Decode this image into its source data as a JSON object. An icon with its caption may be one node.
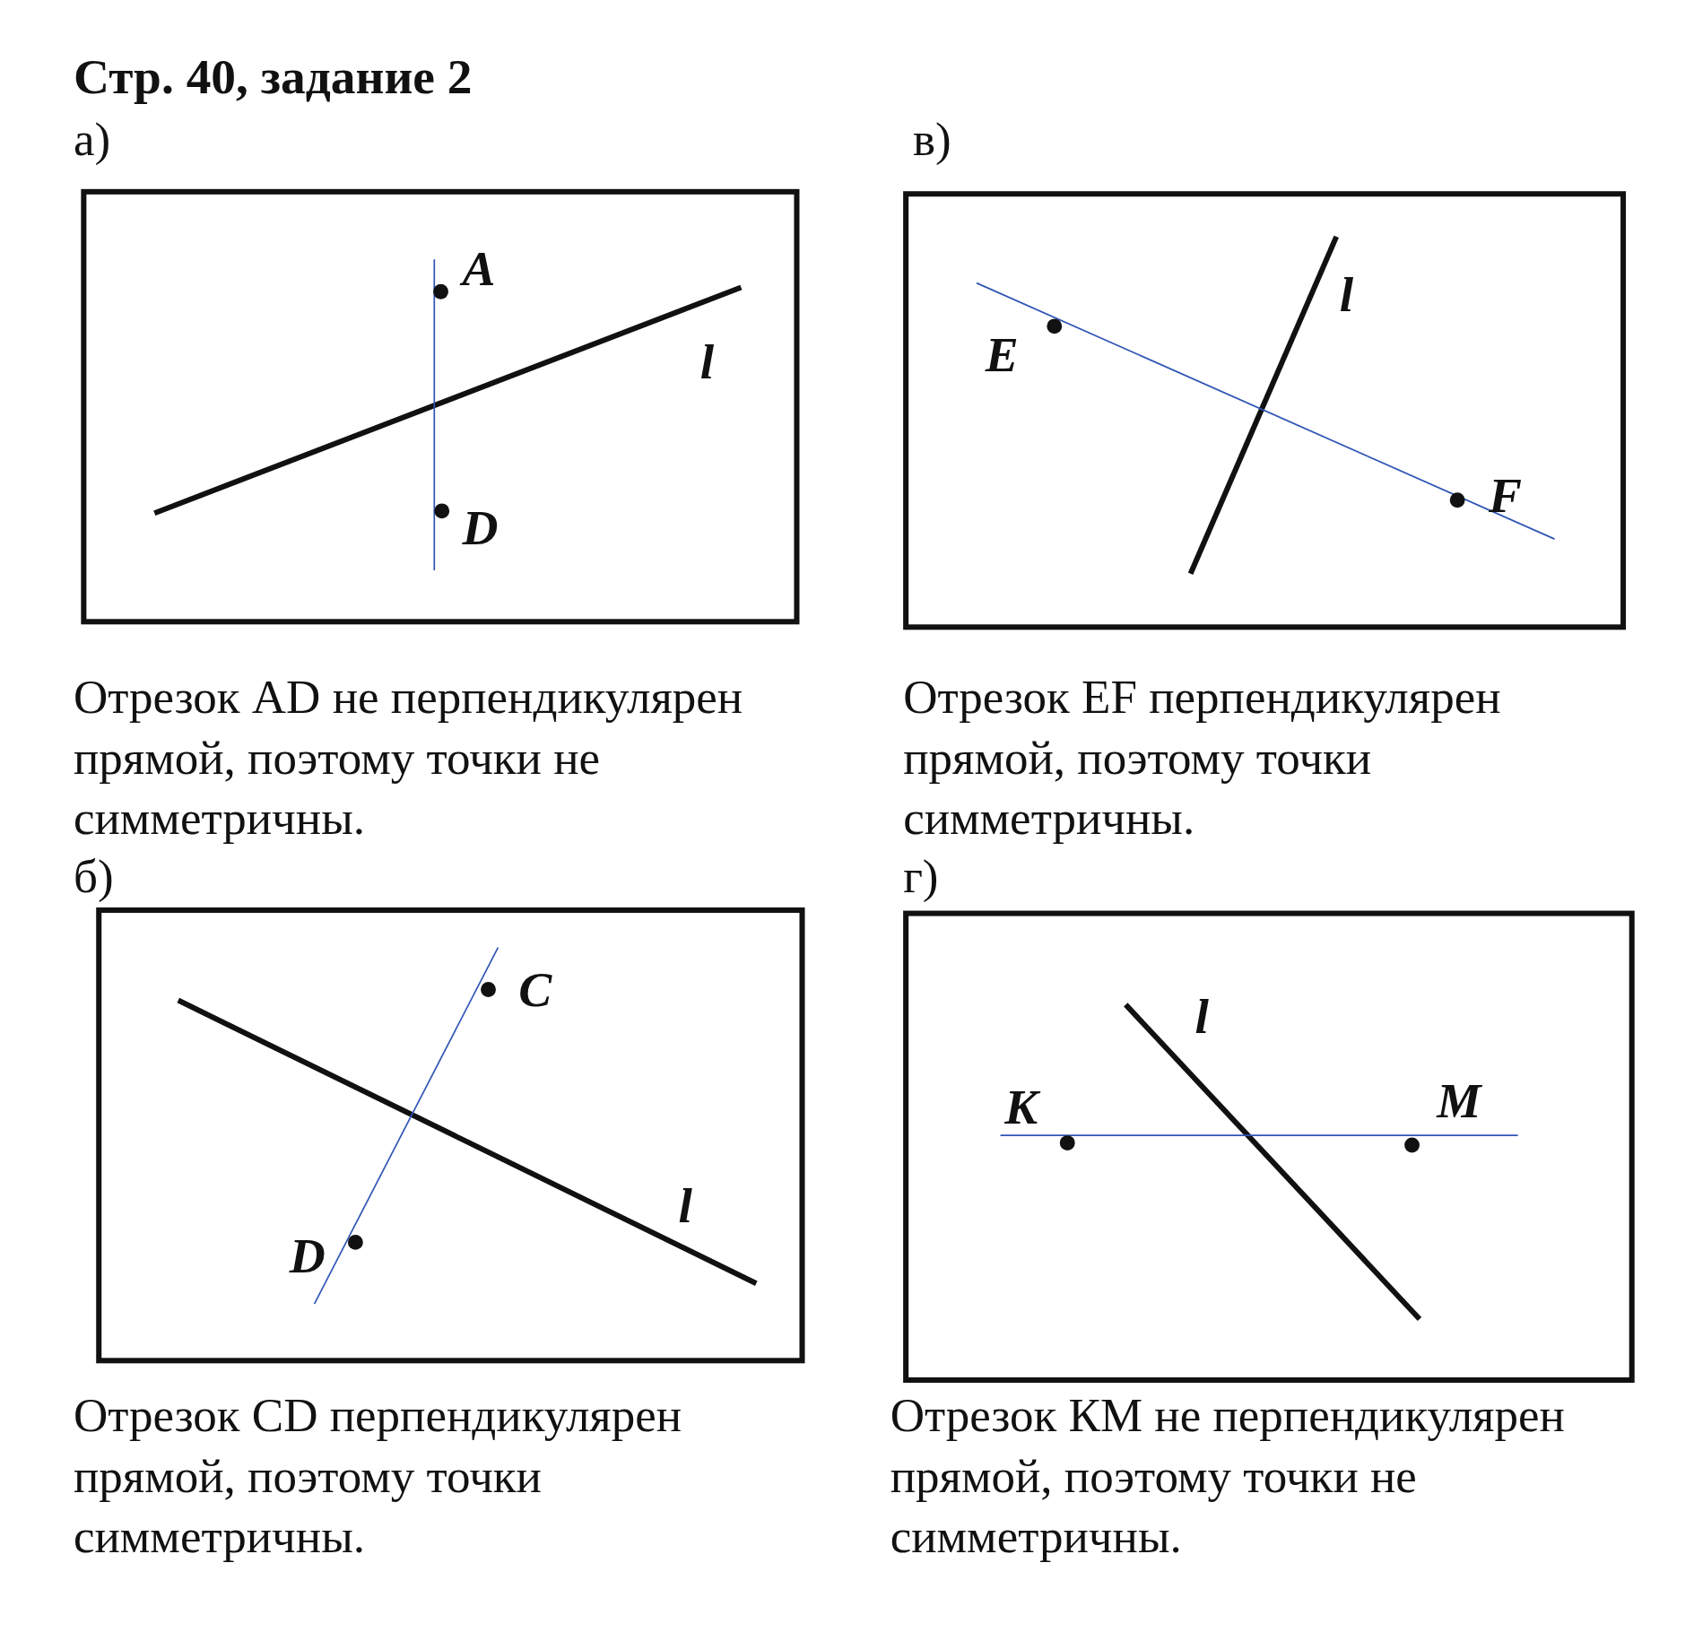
{
  "diagram": {
    "title": "Стр. 40, задание 2",
    "nodes": [
      {
        "text": [
          "A",
          "l",
          "D"
        ],
        "beside": [
          "а)",
          "Отрезок AD не перпендикулярен прямой, поэтому точки не симметричны."
        ]
      },
      {
        "text": [
          "l",
          "E",
          "F"
        ],
        "beside": [
          "в)",
          "Отрезок EF перпендикулярен прямой, поэтому точки симметричны."
        ]
      },
      {
        "text": [
          "C",
          "l",
          "D"
        ],
        "beside": [
          "б)",
          "Отрезок CD перпендикулярен прямой, поэтому точки симметричны."
        ]
      },
      {
        "text": [
          "l",
          "K",
          "M"
        ],
        "beside": [
          "г)",
          "Отрезок КМ не перпендикулярен прямой, поэтому точки не симметричны."
        ]
      }
    ]
  }
}
